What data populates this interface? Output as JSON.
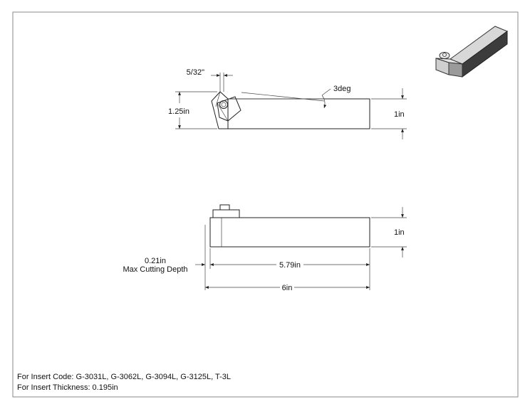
{
  "top_view": {
    "width_top": "5/32\"",
    "height_label": "1.25in",
    "angle_label": "3deg",
    "shank_label": "1in"
  },
  "side_view": {
    "shank_label": "1in",
    "cut_depth": "0.21in",
    "cut_depth_caption": "Max Cutting Depth",
    "length_inner": "5.79in",
    "length_total": "6in"
  },
  "notes": {
    "insert_code": "For Insert Code: G-3031L, G-3062L, G-3094L, G-3125L, T-3L",
    "insert_thickness": "For Insert Thickness: 0.195in"
  }
}
